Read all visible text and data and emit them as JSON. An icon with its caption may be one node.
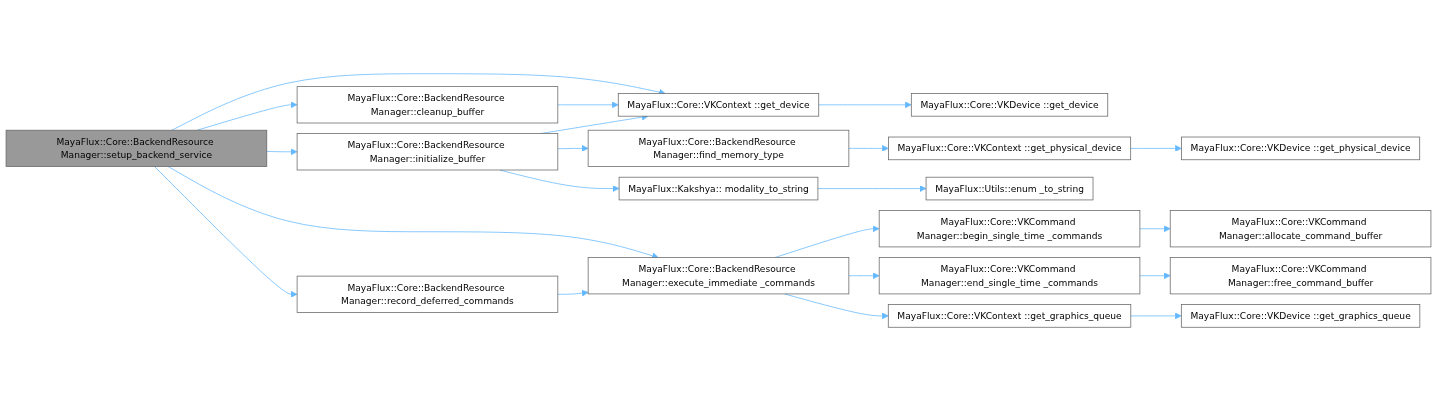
{
  "diagram": {
    "nodes": [
      {
        "text": [
          "MayaFlux::Core::BackendResource Manager::setup_backend_service"
        ]
      },
      {
        "text": [
          "MayaFlux::Core::BackendResource Manager::cleanup_buffer"
        ]
      },
      {
        "text": [
          "MayaFlux::Core::BackendResource Manager::initialize_buffer"
        ]
      },
      {
        "text": [
          "MayaFlux::Core::BackendResource Manager::record_deferred_commands"
        ]
      },
      {
        "text": [
          "MayaFlux::Core::VKContext ::get_device"
        ]
      },
      {
        "text": [
          "MayaFlux::Core::BackendResource Manager::find_memory_type"
        ]
      },
      {
        "text": [
          "MayaFlux::Kakshya:: modality_to_string"
        ]
      },
      {
        "text": [
          "MayaFlux::Core::BackendResource Manager::execute_immediate _commands"
        ]
      },
      {
        "text": [
          "MayaFlux::Core::VKDevice ::get_device"
        ]
      },
      {
        "text": [
          "MayaFlux::Core::VKContext ::get_physical_device"
        ]
      },
      {
        "text": [
          "MayaFlux::Utils::enum _to_string"
        ]
      },
      {
        "text": [
          "MayaFlux::Core::VKCommand Manager::begin_single_time _commands"
        ]
      },
      {
        "text": [
          "MayaFlux::Core::VKCommand Manager::end_single_time _commands"
        ]
      },
      {
        "text": [
          "MayaFlux::Core::VKContext ::get_graphics_queue"
        ]
      },
      {
        "text": [
          "MayaFlux::Core::VKDevice ::get_physical_device"
        ]
      },
      {
        "text": [
          "MayaFlux::Core::VKCommand Manager::allocate_command_buffer"
        ]
      },
      {
        "text": [
          "MayaFlux::Core::VKCommand Manager::free_command_buffer"
        ]
      },
      {
        "text": [
          "MayaFlux::Core::VKDevice ::get_graphics_queue"
        ]
      }
    ],
    "edges": [
      {
        "from": 0,
        "to": 4,
        "arrow": "to"
      },
      {
        "from": 0,
        "to": 1,
        "arrow": "to"
      },
      {
        "from": 0,
        "to": 2,
        "arrow": "to"
      },
      {
        "from": 0,
        "to": 7,
        "arrow": "to"
      },
      {
        "from": 0,
        "to": 3,
        "arrow": "to"
      },
      {
        "from": 1,
        "to": 4,
        "arrow": "to"
      },
      {
        "from": 2,
        "to": 4,
        "arrow": "to"
      },
      {
        "from": 2,
        "to": 5,
        "arrow": "to"
      },
      {
        "from": 2,
        "to": 6,
        "arrow": "to"
      },
      {
        "from": 3,
        "to": 7,
        "arrow": "to"
      },
      {
        "from": 4,
        "to": 8,
        "arrow": "to"
      },
      {
        "from": 5,
        "to": 9,
        "arrow": "to"
      },
      {
        "from": 9,
        "to": 14,
        "arrow": "to"
      },
      {
        "from": 6,
        "to": 10,
        "arrow": "to"
      },
      {
        "from": 7,
        "to": 11,
        "arrow": "to"
      },
      {
        "from": 7,
        "to": 12,
        "arrow": "to"
      },
      {
        "from": 7,
        "to": 13,
        "arrow": "to"
      },
      {
        "from": 11,
        "to": 15,
        "arrow": "to"
      },
      {
        "from": 12,
        "to": 16,
        "arrow": "to"
      },
      {
        "from": 13,
        "to": 17,
        "arrow": "to"
      }
    ]
  }
}
